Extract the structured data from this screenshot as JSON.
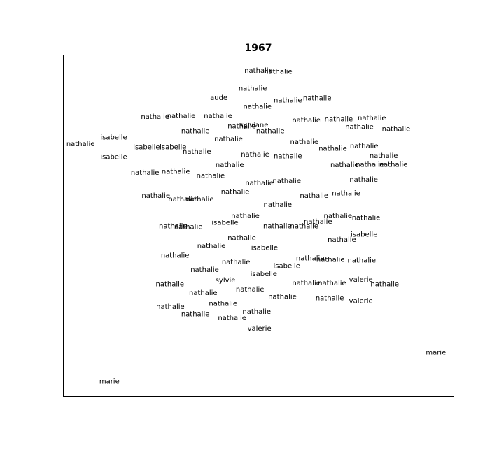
{
  "chart_data": {
    "type": "scatter",
    "title": "1967",
    "xlabel": "",
    "ylabel": "",
    "axes_visible": false,
    "grid": false,
    "legend": "none",
    "frame_color": "#000000",
    "text_color": "#000000",
    "xlim": [
      0,
      1
    ],
    "ylim": [
      0,
      1
    ],
    "points": [
      {
        "label": "nathalie",
        "x": 0.5,
        "y": 0.955
      },
      {
        "label": "nathalie",
        "x": 0.55,
        "y": 0.952
      },
      {
        "label": "nathalie",
        "x": 0.485,
        "y": 0.903
      },
      {
        "label": "aude",
        "x": 0.398,
        "y": 0.875
      },
      {
        "label": "nathalie",
        "x": 0.575,
        "y": 0.868
      },
      {
        "label": "nathalie",
        "x": 0.65,
        "y": 0.874
      },
      {
        "label": "nathalie",
        "x": 0.497,
        "y": 0.85
      },
      {
        "label": "nathalie",
        "x": 0.235,
        "y": 0.82
      },
      {
        "label": "nathalie",
        "x": 0.302,
        "y": 0.822
      },
      {
        "label": "nathalie",
        "x": 0.396,
        "y": 0.822
      },
      {
        "label": "sylviane",
        "x": 0.488,
        "y": 0.795
      },
      {
        "label": "nathalie",
        "x": 0.457,
        "y": 0.792
      },
      {
        "label": "nathalie",
        "x": 0.622,
        "y": 0.81
      },
      {
        "label": "nathalie",
        "x": 0.705,
        "y": 0.813
      },
      {
        "label": "nathalie",
        "x": 0.79,
        "y": 0.816
      },
      {
        "label": "nathalie",
        "x": 0.758,
        "y": 0.79
      },
      {
        "label": "nathalie",
        "x": 0.852,
        "y": 0.784
      },
      {
        "label": "nathalie",
        "x": 0.338,
        "y": 0.778
      },
      {
        "label": "nathalie",
        "x": 0.53,
        "y": 0.778
      },
      {
        "label": "nathalie",
        "x": 0.423,
        "y": 0.755
      },
      {
        "label": "isabelle",
        "x": 0.129,
        "y": 0.76
      },
      {
        "label": "nathalie",
        "x": 0.044,
        "y": 0.74
      },
      {
        "label": "isabelle",
        "x": 0.213,
        "y": 0.731
      },
      {
        "label": "isabelle",
        "x": 0.281,
        "y": 0.731
      },
      {
        "label": "nathalie",
        "x": 0.342,
        "y": 0.718
      },
      {
        "label": "nathalie",
        "x": 0.617,
        "y": 0.746
      },
      {
        "label": "nathalie",
        "x": 0.69,
        "y": 0.727
      },
      {
        "label": "nathalie",
        "x": 0.77,
        "y": 0.734
      },
      {
        "label": "nathalie",
        "x": 0.82,
        "y": 0.706
      },
      {
        "label": "isabelle",
        "x": 0.129,
        "y": 0.702
      },
      {
        "label": "nathalie",
        "x": 0.491,
        "y": 0.71
      },
      {
        "label": "nathalie",
        "x": 0.575,
        "y": 0.704
      },
      {
        "label": "nathalie",
        "x": 0.426,
        "y": 0.679
      },
      {
        "label": "nathalie",
        "x": 0.72,
        "y": 0.679
      },
      {
        "label": "nathalie",
        "x": 0.785,
        "y": 0.68
      },
      {
        "label": "nathalie",
        "x": 0.845,
        "y": 0.68
      },
      {
        "label": "nathalie",
        "x": 0.209,
        "y": 0.656
      },
      {
        "label": "nathalie",
        "x": 0.288,
        "y": 0.659
      },
      {
        "label": "nathalie",
        "x": 0.377,
        "y": 0.647
      },
      {
        "label": "nathalie",
        "x": 0.502,
        "y": 0.626
      },
      {
        "label": "nathalie",
        "x": 0.572,
        "y": 0.632
      },
      {
        "label": "nathalie",
        "x": 0.769,
        "y": 0.636
      },
      {
        "label": "nathalie",
        "x": 0.44,
        "y": 0.6
      },
      {
        "label": "nathalie",
        "x": 0.237,
        "y": 0.589
      },
      {
        "label": "nathalie",
        "x": 0.305,
        "y": 0.579
      },
      {
        "label": "nathalie",
        "x": 0.349,
        "y": 0.579
      },
      {
        "label": "nathalie",
        "x": 0.642,
        "y": 0.589
      },
      {
        "label": "nathalie",
        "x": 0.724,
        "y": 0.596
      },
      {
        "label": "nathalie",
        "x": 0.549,
        "y": 0.562
      },
      {
        "label": "nathalie",
        "x": 0.466,
        "y": 0.53
      },
      {
        "label": "nathalie",
        "x": 0.703,
        "y": 0.53
      },
      {
        "label": "nathalie",
        "x": 0.775,
        "y": 0.525
      },
      {
        "label": "isabelle",
        "x": 0.414,
        "y": 0.51
      },
      {
        "label": "nathalie",
        "x": 0.281,
        "y": 0.5
      },
      {
        "label": "nathalie",
        "x": 0.32,
        "y": 0.498
      },
      {
        "label": "nathalie",
        "x": 0.548,
        "y": 0.5
      },
      {
        "label": "nathalie",
        "x": 0.617,
        "y": 0.5
      },
      {
        "label": "nathalie",
        "x": 0.652,
        "y": 0.513
      },
      {
        "label": "isabelle",
        "x": 0.77,
        "y": 0.475
      },
      {
        "label": "nathalie",
        "x": 0.457,
        "y": 0.465
      },
      {
        "label": "nathalie",
        "x": 0.713,
        "y": 0.46
      },
      {
        "label": "nathalie",
        "x": 0.379,
        "y": 0.442
      },
      {
        "label": "isabelle",
        "x": 0.515,
        "y": 0.437
      },
      {
        "label": "nathalie",
        "x": 0.286,
        "y": 0.414
      },
      {
        "label": "nathalie",
        "x": 0.632,
        "y": 0.406
      },
      {
        "label": "nathalie",
        "x": 0.684,
        "y": 0.402
      },
      {
        "label": "nathalie",
        "x": 0.764,
        "y": 0.4
      },
      {
        "label": "nathalie",
        "x": 0.442,
        "y": 0.395
      },
      {
        "label": "isabelle",
        "x": 0.572,
        "y": 0.383
      },
      {
        "label": "nathalie",
        "x": 0.362,
        "y": 0.372
      },
      {
        "label": "isabelle",
        "x": 0.513,
        "y": 0.36
      },
      {
        "label": "valerie",
        "x": 0.762,
        "y": 0.344
      },
      {
        "label": "sylvie",
        "x": 0.415,
        "y": 0.342
      },
      {
        "label": "nathalie",
        "x": 0.273,
        "y": 0.33
      },
      {
        "label": "nathalie",
        "x": 0.622,
        "y": 0.333
      },
      {
        "label": "nathalie",
        "x": 0.688,
        "y": 0.333
      },
      {
        "label": "nathalie",
        "x": 0.823,
        "y": 0.33
      },
      {
        "label": "nathalie",
        "x": 0.478,
        "y": 0.315
      },
      {
        "label": "nathalie",
        "x": 0.358,
        "y": 0.305
      },
      {
        "label": "nathalie",
        "x": 0.561,
        "y": 0.293
      },
      {
        "label": "nathalie",
        "x": 0.682,
        "y": 0.289
      },
      {
        "label": "valerie",
        "x": 0.762,
        "y": 0.281
      },
      {
        "label": "nathalie",
        "x": 0.409,
        "y": 0.273
      },
      {
        "label": "nathalie",
        "x": 0.274,
        "y": 0.264
      },
      {
        "label": "nathalie",
        "x": 0.495,
        "y": 0.25
      },
      {
        "label": "nathalie",
        "x": 0.338,
        "y": 0.242
      },
      {
        "label": "nathalie",
        "x": 0.432,
        "y": 0.231
      },
      {
        "label": "valerie",
        "x": 0.502,
        "y": 0.2
      },
      {
        "label": "marie",
        "x": 0.954,
        "y": 0.13
      },
      {
        "label": "marie",
        "x": 0.118,
        "y": 0.046
      }
    ]
  }
}
